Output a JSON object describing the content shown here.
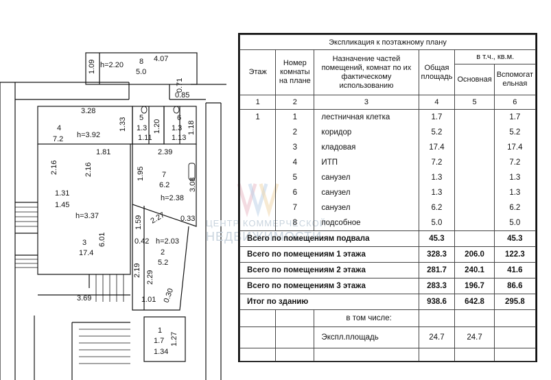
{
  "plan": {
    "labels": {
      "h_220": "h=2.20",
      "r8_num": "8",
      "r8_area": "5.0",
      "d_407": "4.07",
      "d_109": "1.09",
      "d_071": "0.71",
      "d_085": "0.85",
      "d_328": "3.28",
      "d_133": "1.33",
      "r4_num": "4",
      "r4_area": "7.2",
      "h_392": "h=3.92",
      "r5_num": "5",
      "r5_area": "1.3",
      "d_120": "1.20",
      "r6_num": "6",
      "r6_area": "1.3",
      "d_118": "1.18",
      "d_111": "1.11",
      "d_113": "1.13",
      "d_181": "1.81",
      "d_239": "2.39",
      "d_216a": "2.16",
      "d_216b": "2.16",
      "d_195": "1.95",
      "r7_num": "7",
      "r7_area": "6.2",
      "d_308": "3.08",
      "h_238": "h=2.38",
      "d_131": "1.31",
      "d_145": "1.45",
      "h_337": "h=3.37",
      "d_227": "2.27",
      "d_033": "0.33",
      "d_159": "1.59",
      "r3_num": "3",
      "r3_area": "17.4",
      "d_601": "6.01",
      "d_042": "0.42",
      "h_203": "h=2.03",
      "r2_num": "2",
      "r2_area": "5.2",
      "d_219": "2.19",
      "d_229": "2.29",
      "d_369": "3.69",
      "d_101": "1.01",
      "d_030": "0.30",
      "r1_num": "1",
      "r1_area": "1.7",
      "d_127": "1.27",
      "d_134": "1.34"
    }
  },
  "watermark": {
    "line1": "ЦЕНТР КОММЕРЧЕСКОЙ",
    "line2": "НЕДВИЖИМОСТИ"
  },
  "table": {
    "caption": "Экспликация к поэтажному плану",
    "headers": {
      "floor": "Этаж",
      "room_no": "Номер комнаты на плане",
      "purpose": "Назначение частей помещений, комнат по их фактическому использованию",
      "total_area": "Общая площадь",
      "incl": "в т.ч., кв.м.",
      "main": "Основная",
      "aux": "Вспомогат ельная"
    },
    "col_numbers": [
      "1",
      "2",
      "3",
      "4",
      "5",
      "6"
    ],
    "rows": [
      {
        "floor": "1",
        "no": "1",
        "name": "лестничная клетка",
        "total": "1.7",
        "main": "",
        "aux": "1.7"
      },
      {
        "floor": "",
        "no": "2",
        "name": "коридор",
        "total": "5.2",
        "main": "",
        "aux": "5.2"
      },
      {
        "floor": "",
        "no": "3",
        "name": "кладовая",
        "total": "17.4",
        "main": "",
        "aux": "17.4"
      },
      {
        "floor": "",
        "no": "4",
        "name": "ИТП",
        "total": "7.2",
        "main": "",
        "aux": "7.2"
      },
      {
        "floor": "",
        "no": "5",
        "name": "санузел",
        "total": "1.3",
        "main": "",
        "aux": "1.3"
      },
      {
        "floor": "",
        "no": "6",
        "name": "санузел",
        "total": "1.3",
        "main": "",
        "aux": "1.3"
      },
      {
        "floor": "",
        "no": "7",
        "name": "санузел",
        "total": "6.2",
        "main": "",
        "aux": "6.2"
      },
      {
        "floor": "",
        "no": "8",
        "name": "подсобное",
        "total": "5.0",
        "main": "",
        "aux": "5.0"
      }
    ],
    "totals": [
      {
        "label": "Всего по помещениям подвала",
        "total": "45.3",
        "main": "",
        "aux": "45.3"
      },
      {
        "label": "Всего по помещениям 1 этажа",
        "total": "328.3",
        "main": "206.0",
        "aux": "122.3"
      },
      {
        "label": "Всего по помещениям 2 этажа",
        "total": "281.7",
        "main": "240.1",
        "aux": "41.6"
      },
      {
        "label": "Всего по помещениям 3 этажа",
        "total": "283.3",
        "main": "196.7",
        "aux": "86.6"
      },
      {
        "label": "Итог по зданию",
        "total": "938.6",
        "main": "642.8",
        "aux": "295.8"
      }
    ],
    "including": "в том числе:",
    "expl": {
      "label": "Экспл.площадь",
      "total": "24.7",
      "main": "24.7",
      "aux": ""
    }
  }
}
